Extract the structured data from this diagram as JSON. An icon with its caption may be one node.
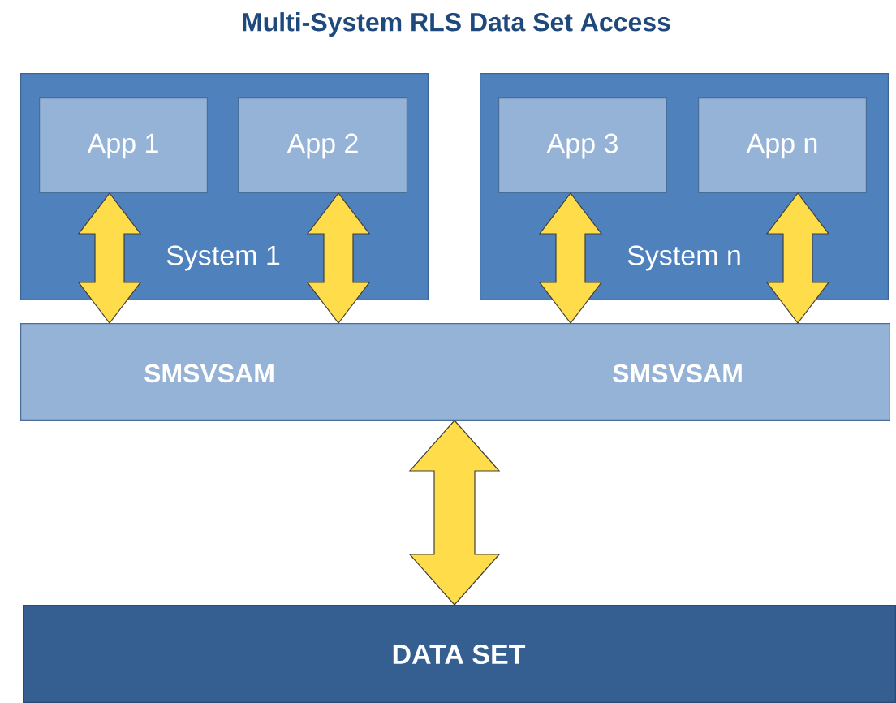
{
  "diagram": {
    "title": "Multi-System RLS Data Set Access",
    "nodes": [
      {
        "text": [
          "System 1"
        ]
      },
      {
        "text": [
          "App 1"
        ],
        "in": 0
      },
      {
        "text": [
          "App 2"
        ],
        "in": 0
      },
      {
        "text": [
          "System n"
        ]
      },
      {
        "text": [
          "App 3"
        ],
        "in": 3
      },
      {
        "text": [
          "App n"
        ],
        "in": 3
      },
      {
        "text": [
          "SMSVSAM",
          "SMSVSAM"
        ]
      },
      {
        "text": [
          "DATA SET"
        ]
      }
    ],
    "edges": [
      {
        "from": 1,
        "to": 6,
        "arrow": "both"
      },
      {
        "from": 2,
        "to": 6,
        "arrow": "both"
      },
      {
        "from": 4,
        "to": 6,
        "arrow": "both"
      },
      {
        "from": 5,
        "to": 6,
        "arrow": "both"
      },
      {
        "from": 6,
        "to": 7,
        "arrow": "both"
      }
    ]
  }
}
